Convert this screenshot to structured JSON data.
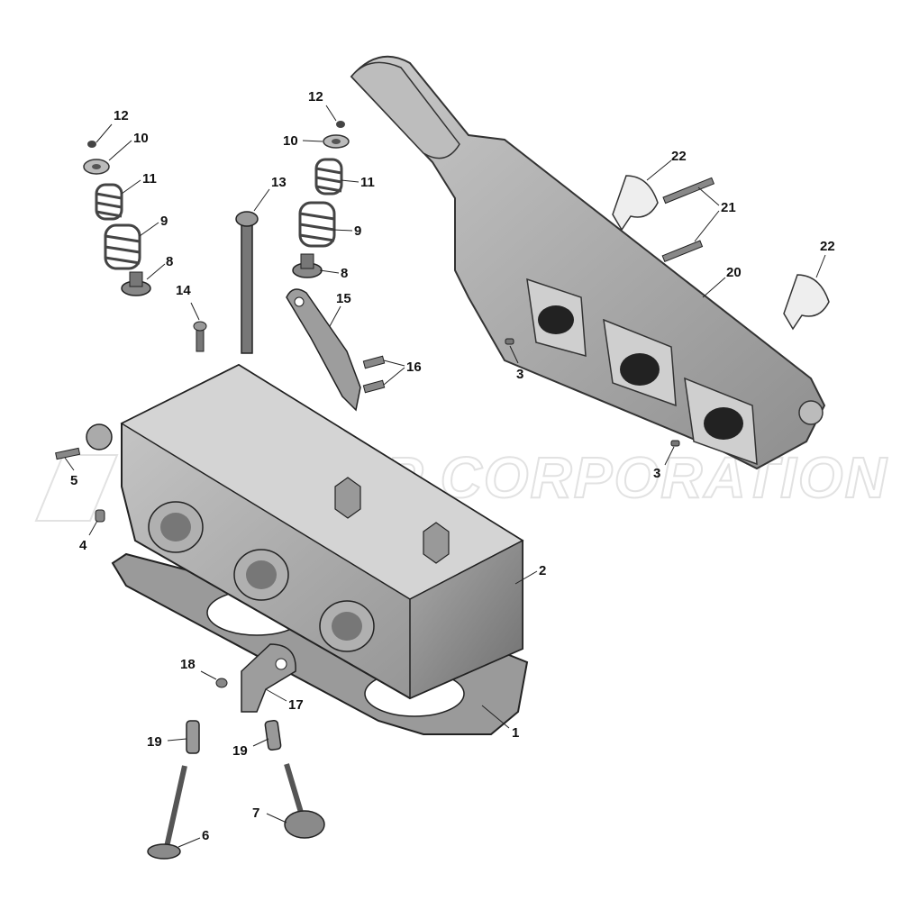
{
  "watermark": "BRP CORPORATION",
  "callouts": [
    {
      "id": "c1",
      "number": "1"
    },
    {
      "id": "c2",
      "number": "2"
    },
    {
      "id": "c3a",
      "number": "3"
    },
    {
      "id": "c3b",
      "number": "3"
    },
    {
      "id": "c4",
      "number": "4"
    },
    {
      "id": "c5",
      "number": "5"
    },
    {
      "id": "c6",
      "number": "6"
    },
    {
      "id": "c7",
      "number": "7"
    },
    {
      "id": "c8a",
      "number": "8"
    },
    {
      "id": "c8b",
      "number": "8"
    },
    {
      "id": "c9a",
      "number": "9"
    },
    {
      "id": "c9b",
      "number": "9"
    },
    {
      "id": "c10a",
      "number": "10"
    },
    {
      "id": "c10b",
      "number": "10"
    },
    {
      "id": "c11a",
      "number": "11"
    },
    {
      "id": "c11b",
      "number": "11"
    },
    {
      "id": "c12a",
      "number": "12"
    },
    {
      "id": "c12b",
      "number": "12"
    },
    {
      "id": "c13",
      "number": "13"
    },
    {
      "id": "c14",
      "number": "14"
    },
    {
      "id": "c15",
      "number": "15"
    },
    {
      "id": "c16",
      "number": "16"
    },
    {
      "id": "c17",
      "number": "17"
    },
    {
      "id": "c18",
      "number": "18"
    },
    {
      "id": "c19a",
      "number": "19"
    },
    {
      "id": "c19b",
      "number": "19"
    },
    {
      "id": "c20",
      "number": "20"
    },
    {
      "id": "c21",
      "number": "21"
    },
    {
      "id": "c22a",
      "number": "22"
    },
    {
      "id": "c22b",
      "number": "22"
    }
  ]
}
